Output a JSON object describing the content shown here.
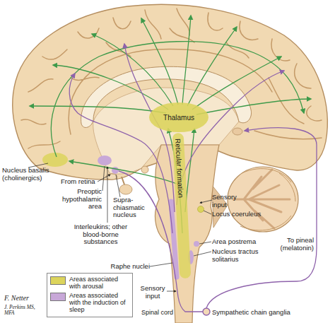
{
  "diagram": {
    "nodes": [
      {
        "text": [
          "Thalamus"
        ]
      },
      {
        "text": [
          "Reticular formation"
        ]
      }
    ],
    "labels": [
      "Nucleus basalis (cholinergics)",
      "From retina",
      "Preoptic hypothalamic area",
      "Supra-chiasmatic nucleus",
      "Interleukins; other blood-borne substances",
      "Sensory input",
      "Locus coeruleus",
      "Area postrema",
      "Nucleus tractus solitarius",
      "Raphe nuclei",
      "Sensory input",
      "To pineal (melatonin)",
      "Spinal cord",
      "Sympathetic chain ganglia",
      "F. Netter",
      "J. Perkins MS, MFA"
    ],
    "legend": [
      {
        "text": "Areas associated with arousal",
        "color": "#dcd45c"
      },
      {
        "text": "Areas associated with the induction of sleep",
        "color": "#c8a8d8"
      }
    ]
  }
}
